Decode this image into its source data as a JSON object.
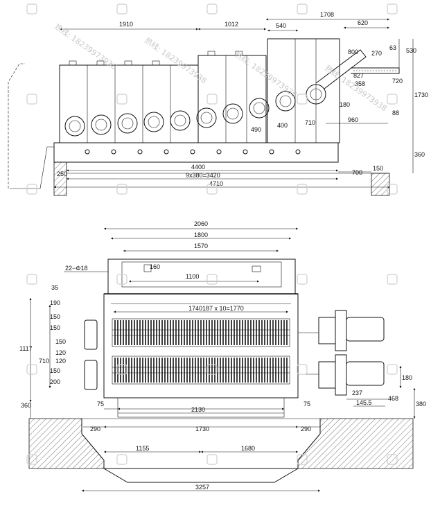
{
  "top_view": {
    "dims": {
      "d1910": "1910",
      "d1012": "1012",
      "d540": "540",
      "d1708": "1708",
      "d620": "620",
      "d530": "530",
      "d63": "63",
      "d800": "800",
      "d270": "270",
      "d827": "827",
      "d358": "358",
      "d720": "720",
      "d1730": "1730",
      "d180": "180",
      "d88": "88",
      "d960": "960",
      "d710": "710",
      "d400": "400",
      "d490": "490",
      "d360": "360",
      "d4400": "4400",
      "d250": "250",
      "d700": "700",
      "d150": "150",
      "d9x380": "9x380=3420",
      "d4710": "4710"
    }
  },
  "front_view": {
    "dims": {
      "d2060": "2060",
      "d1800": "1800",
      "d1570": "1570",
      "d160": "160",
      "d1100": "1100",
      "d22phi18": "22−Φ18",
      "d35": "35",
      "d190": "190",
      "d150a": "150",
      "d150b": "150",
      "d150c": "150",
      "d120a": "120",
      "d120b": "120",
      "d150d": "150",
      "d200": "200",
      "d1740": "1740",
      "d187x10": "187 x 10=1770",
      "d1117": "1117",
      "d710": "710",
      "d360": "360",
      "d75a": "75",
      "d75b": "75",
      "d2130": "2130",
      "d180": "180",
      "d237": "237",
      "d145_5": "145.5",
      "d468": "468",
      "d380": "380",
      "d290a": "290",
      "d1730": "1730",
      "d290b": "290",
      "d1155": "1155",
      "d1680": "1680",
      "d3257": "3257"
    }
  },
  "watermark": {
    "hotline_label": "热线:",
    "phone": "18239973938"
  }
}
